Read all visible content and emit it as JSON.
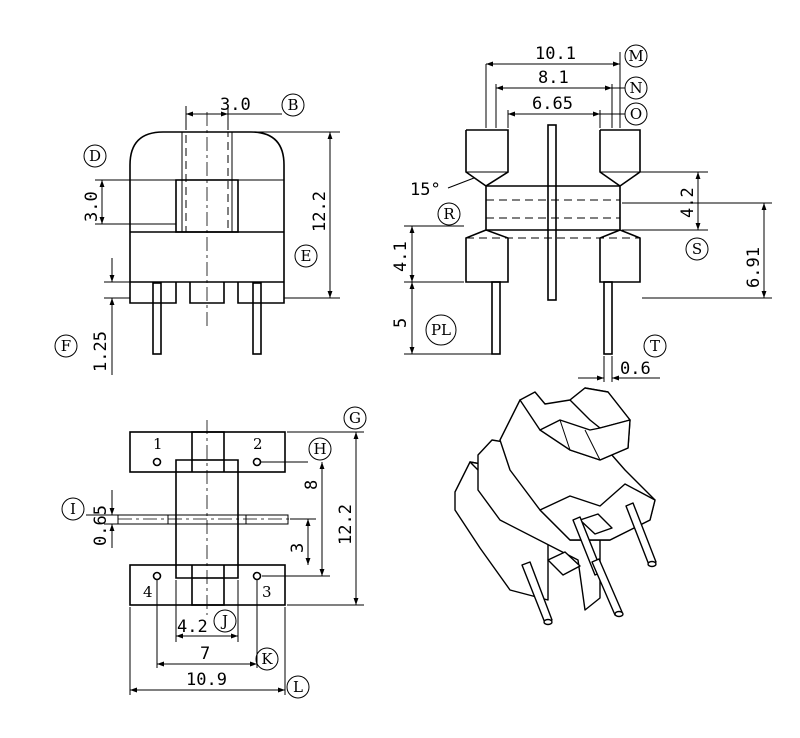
{
  "dims": {
    "d_3_0_top": "3.0",
    "d_3_0_side": "3.0",
    "d_12_2_front": "12.2",
    "d_1_25": "1.25",
    "d_10_1": "10.1",
    "d_8_1": "8.1",
    "d_6_65": "6.65",
    "d_15deg": "15°",
    "d_4_2": "4.2",
    "d_6_91": "6.91",
    "d_4_1": "4.1",
    "d_5": "5",
    "d_0_6": "0.6",
    "d_8": "8",
    "d_3": "3",
    "d_12_2_bottom": "12.2",
    "d_0_65": "0.65",
    "d_4_2_bottom": "4.2",
    "d_7": "7",
    "d_10_9": "10.9"
  },
  "callouts": {
    "B": "B",
    "D": "D",
    "E": "E",
    "F": "F",
    "M": "M",
    "N": "N",
    "O": "O",
    "R": "R",
    "S": "S",
    "PL": "PL",
    "T": "T",
    "G": "G",
    "H": "H",
    "I": "I",
    "J": "J",
    "K": "K",
    "L": "L"
  },
  "pins": {
    "p1": "1",
    "p2": "2",
    "p3": "3",
    "p4": "4"
  }
}
